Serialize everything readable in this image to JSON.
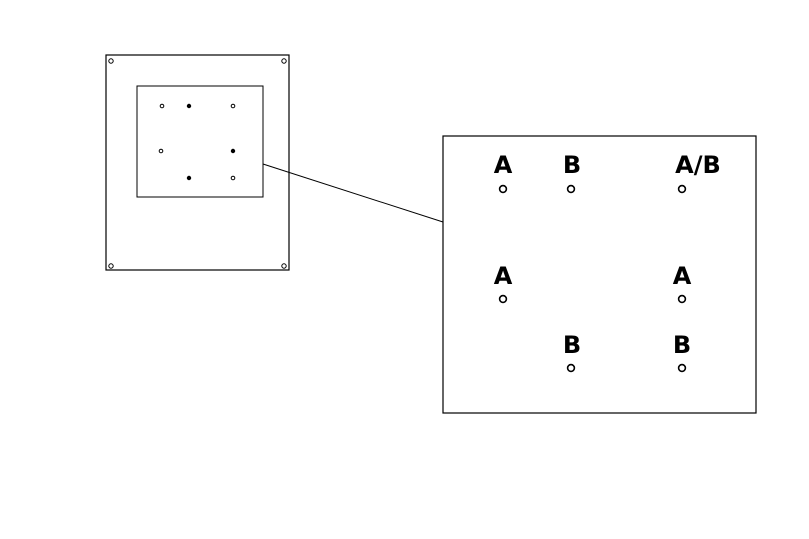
{
  "colors": {
    "stroke": "#000000",
    "background": "#ffffff"
  },
  "detail": {
    "labels": {
      "top_left": "A",
      "top_middle": "B",
      "top_right": "A/B",
      "middle_left": "A",
      "middle_right": "A",
      "bottom_middle": "B",
      "bottom_right": "B"
    }
  }
}
